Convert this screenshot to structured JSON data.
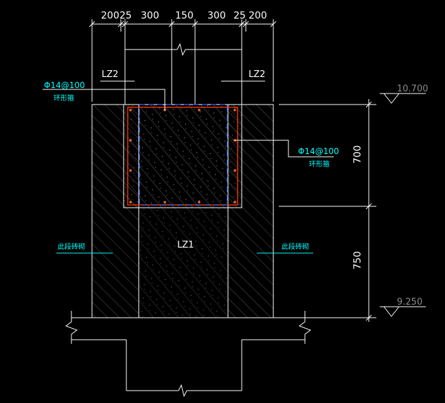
{
  "dimensions_top": [
    "200",
    "25",
    "300",
    "150",
    "300",
    "25",
    "200"
  ],
  "labels": {
    "lz2_left": "LZ2",
    "lz2_right": "LZ2",
    "lz1": "LZ1"
  },
  "rebar": {
    "left_spec": "Φ14@100",
    "left_note": "环形箍",
    "right_spec": "Φ14@100",
    "right_note": "环形箍"
  },
  "masonry": {
    "left": "此段砖砌",
    "right": "此段砖砌"
  },
  "elevations": {
    "top": "10.700",
    "bottom": "9.250"
  },
  "dimensions_right": {
    "upper": "700",
    "lower": "750"
  },
  "colors": {
    "background": "#000000",
    "lines": "#ffffff",
    "annotation": "#00ffff",
    "stirrup": "#ff3300",
    "dashed_outline": "#3366ff",
    "elevation_text": "#8a8a8a"
  }
}
